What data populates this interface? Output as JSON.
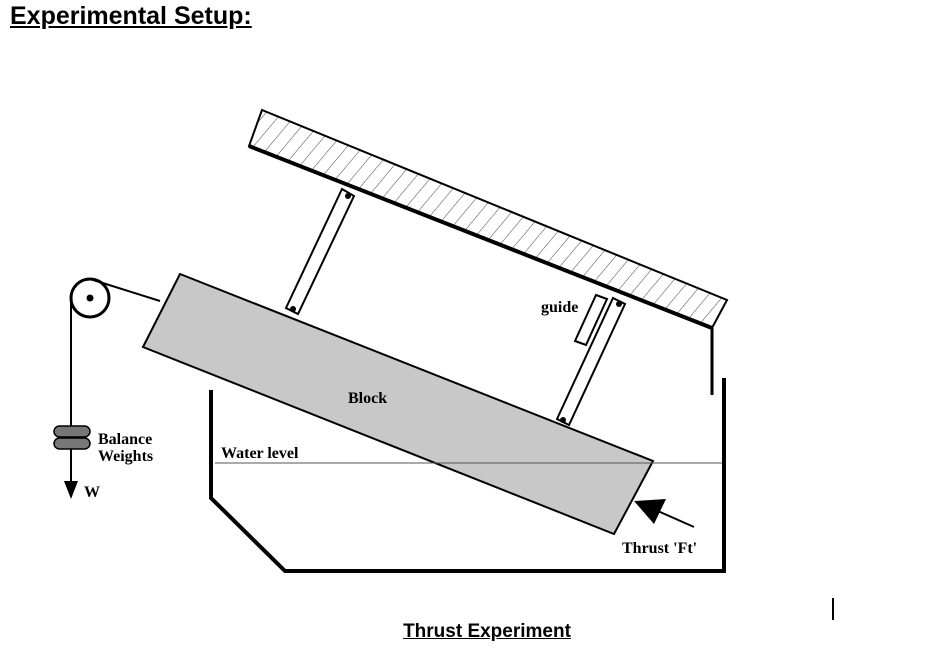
{
  "heading": "Experimental Setup:",
  "caption": "Thrust Experiment",
  "diagram": {
    "labels": {
      "guide": "guide",
      "block": "Block",
      "balance_line1": "Balance",
      "balance_line2": "Weights",
      "weight": "W",
      "water_level": "Water level",
      "thrust": "Thrust 'Ft'"
    },
    "colors": {
      "block_fill": "#c8c8c8",
      "line": "#000000",
      "water_line": "#555555"
    }
  }
}
